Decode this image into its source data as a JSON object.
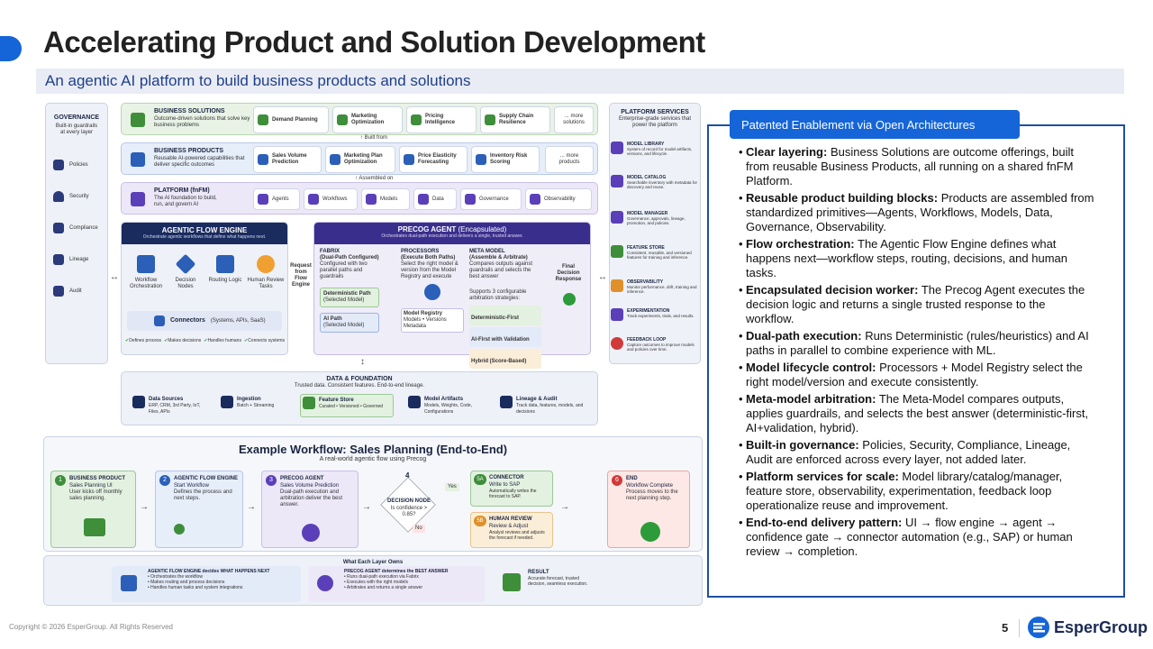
{
  "slide": {
    "title": "Accelerating Product and Solution Development",
    "subtitle": "An agentic AI platform to build business products and solutions",
    "page_number": "5",
    "copyright": "Copyright © 2026 EsperGroup. All Rights Reserved",
    "brand": "EsperGroup"
  },
  "diagram": {
    "governance": {
      "title": "GOVERNANCE",
      "desc": "Built-in guardrails at every layer",
      "items": [
        "Policies",
        "Security",
        "Compliance",
        "Lineage",
        "Audit"
      ]
    },
    "business_solutions": {
      "title": "BUSINESS SOLUTIONS",
      "desc": "Outcome-driven solutions that solve key business problems",
      "items": [
        "Demand Planning",
        "Marketing Optimization",
        "Pricing Intelligence",
        "Supply Chain Resilience",
        "... more solutions"
      ]
    },
    "built_from": "Built from",
    "business_products": {
      "title": "BUSINESS PRODUCTS",
      "desc": "Reusable AI-powered capabilities that deliver specific outcomes",
      "items": [
        "Sales Volume Prediction",
        "Marketing Plan Optimization",
        "Price Elasticity Forecasting",
        "Inventory Risk Scoring",
        "... more products"
      ]
    },
    "assembled_on": "Assembled on",
    "platform": {
      "title": "PLATFORM (fnFM)",
      "desc": "The AI foundation to build, run, and govern AI",
      "items": [
        "Agents",
        "Workflows",
        "Models",
        "Data",
        "Governance",
        "Observability"
      ]
    },
    "afe": {
      "title": "AGENTIC FLOW ENGINE",
      "desc": "Orchestrate agentic workflows that define what happens next.",
      "items": [
        "Workflow Orchestration",
        "Decision Nodes",
        "Routing Logic",
        "Human Review Tasks"
      ],
      "connectors": "Connectors",
      "connectors_sub": "(Systems, APIs, SaaS)",
      "checks": [
        "Defines process",
        "Makes decisions",
        "Handles humans",
        "Connects systems"
      ]
    },
    "request_label": "Request from Flow Engine",
    "precog": {
      "title": "PRECOG AGENT",
      "title_suffix": "(Encapsulated)",
      "desc": "Orchestrates dual-path execution and delivers a single, trusted answer.",
      "fabrix": "FABRIX",
      "fabrix_sub": "(Dual-Path Configured)",
      "fabrix_desc": "Configured with two parallel paths and guardrails",
      "det_path": "Deterministic Path",
      "det_path_sub": "(Selected Model)",
      "ai_path": "AI Path",
      "ai_path_sub": "(Selected Model)",
      "processors": "PROCESSORS",
      "processors_sub": "(Execute Both Paths)",
      "processors_desc": "Select the right model & version from the Model Registry and execute",
      "model_registry": "Model Registry",
      "registry_sub": "Models • Versions Metadata",
      "meta": "META MODEL",
      "meta_sub": "(Assemble & Arbitrate)",
      "meta_desc": "Compares outputs against guardrails and selects the best answer",
      "supports": "Supports 3 configurable arbitration strategies:",
      "strategies": [
        "Deterministic-First",
        "AI-First with Validation",
        "Hybrid (Score-Based)"
      ]
    },
    "final_label": "Final Decision Response",
    "data_foundation": {
      "title": "DATA & FOUNDATION",
      "desc": "Trusted data. Consistent features. End-to-end lineage.",
      "items": [
        {
          "title": "Data Sources",
          "desc": "ERP, CRM, 3rd Party, IoT, Files, APIs"
        },
        {
          "title": "Ingestion",
          "desc": "Batch + Streaming"
        },
        {
          "title": "Feature Store",
          "desc": "Curated • Versioned • Governed"
        },
        {
          "title": "Model Artifacts",
          "desc": "Models, Weights, Code, Configurations"
        },
        {
          "title": "Lineage & Audit",
          "desc": "Track data, features, models, and decisions"
        }
      ]
    },
    "platform_services": {
      "title": "PLATFORM SERVICES",
      "desc": "Enterprise-grade services that power the platform",
      "items": [
        {
          "title": "MODEL LIBRARY",
          "desc": "System of record for model artifacts, versions, and lifecycle."
        },
        {
          "title": "MODEL CATALOG",
          "desc": "Searchable inventory with metadata for discovery and reuse."
        },
        {
          "title": "MODEL MANAGER",
          "desc": "Governance, approvals, lineage, promotion, and policies."
        },
        {
          "title": "FEATURE STORE",
          "desc": "Consistent, reusable, and versioned features for training and inference."
        },
        {
          "title": "OBSERVABILITY",
          "desc": "Monitor performance, drift, training and inference."
        },
        {
          "title": "EXPERIMENTATION",
          "desc": "Track experiments, trials, and results."
        },
        {
          "title": "FEEDBACK LOOP",
          "desc": "Capture outcomes to improve models and policies over time."
        }
      ]
    },
    "workflow": {
      "title": "Example Workflow: Sales Planning (End-to-End)",
      "subtitle": "A real-world agentic flow using Precog",
      "steps": [
        {
          "num": "1",
          "title": "BUSINESS PRODUCT",
          "sub": "Sales Planning UI",
          "desc": "User kicks off monthly sales planning."
        },
        {
          "num": "2",
          "title": "AGENTIC FLOW ENGINE",
          "sub": "Start Workflow",
          "desc": "Defines the process and next steps."
        },
        {
          "num": "3",
          "title": "PRECOG AGENT",
          "sub": "Sales Volume Prediction",
          "desc": "Dual-path execution and arbitration deliver the best answer."
        }
      ],
      "decision": {
        "num": "4",
        "title": "DECISION NODE",
        "desc": "Is confidence > 0.85?",
        "yes": "Yes",
        "no": "No"
      },
      "connector": {
        "num": "5A",
        "title": "CONNECTOR",
        "sub": "Write to SAP",
        "desc": "Automatically writes the forecast to SAP."
      },
      "human": {
        "num": "5B",
        "title": "HUMAN REVIEW",
        "sub": "Review & Adjust",
        "desc": "Analyst reviews and adjusts the forecast if needed."
      },
      "end": {
        "num": "6",
        "title": "END",
        "sub": "Workflow Complete",
        "desc": "Process moves to the next planning step."
      }
    },
    "owns": {
      "title": "What Each Layer Owns",
      "afe_head": "AGENTIC FLOW ENGINE decides WHAT HAPPENS NEXT",
      "afe_items": [
        "Orchestrates the workflow",
        "Makes routing and process decisions",
        "Handles human tasks and system integrations"
      ],
      "precog_head": "PRECOG AGENT determines the BEST ANSWER",
      "precog_items": [
        "Runs dual-path execution via Fabrix",
        "Executes with the right models",
        "Arbitrates and returns a single answer"
      ],
      "result_head": "RESULT",
      "result_desc": "Accurate forecast, trusted decision, seamless execution."
    }
  },
  "panel": {
    "tab": "Patented Enablement via Open Architectures",
    "bullets": [
      {
        "head": "Clear layering:",
        "text": " Business Solutions are outcome offerings, built from reusable Business Products, all running on a shared fnFM Platform."
      },
      {
        "head": "Reusable product building blocks:",
        "text": " Products are assembled from standardized primitives—Agents, Workflows, Models, Data, Governance, Observability."
      },
      {
        "head": "Flow orchestration:",
        "text": " The Agentic Flow Engine defines what happens next—workflow steps, routing, decisions, and human tasks."
      },
      {
        "head": "Encapsulated decision worker:",
        "text": " The Precog Agent executes the decision logic and returns a single trusted response to the workflow."
      },
      {
        "head": "Dual-path execution:",
        "text": " Runs Deterministic (rules/heuristics) and AI paths in parallel to combine experience with ML."
      },
      {
        "head": "Model lifecycle control:",
        "text": " Processors + Model Registry select the right model/version and execute consistently."
      },
      {
        "head": "Meta-model arbitration:",
        "text": " The Meta-Model compares outputs, applies guardrails, and selects the best answer (deterministic-first, AI+validation, hybrid)."
      },
      {
        "head": "Built-in governance:",
        "text": " Policies, Security, Compliance, Lineage, Audit are enforced across every layer, not added later."
      },
      {
        "head": "Platform services for scale:",
        "text": " Model library/catalog/manager, feature store, observability, experimentation, feedback loop operationalize reuse and improvement."
      },
      {
        "head": "End-to-end delivery pattern:",
        "text": " UI → flow engine → agent → confidence gate → connector automation (e.g., SAP) or human review → completion."
      }
    ]
  }
}
